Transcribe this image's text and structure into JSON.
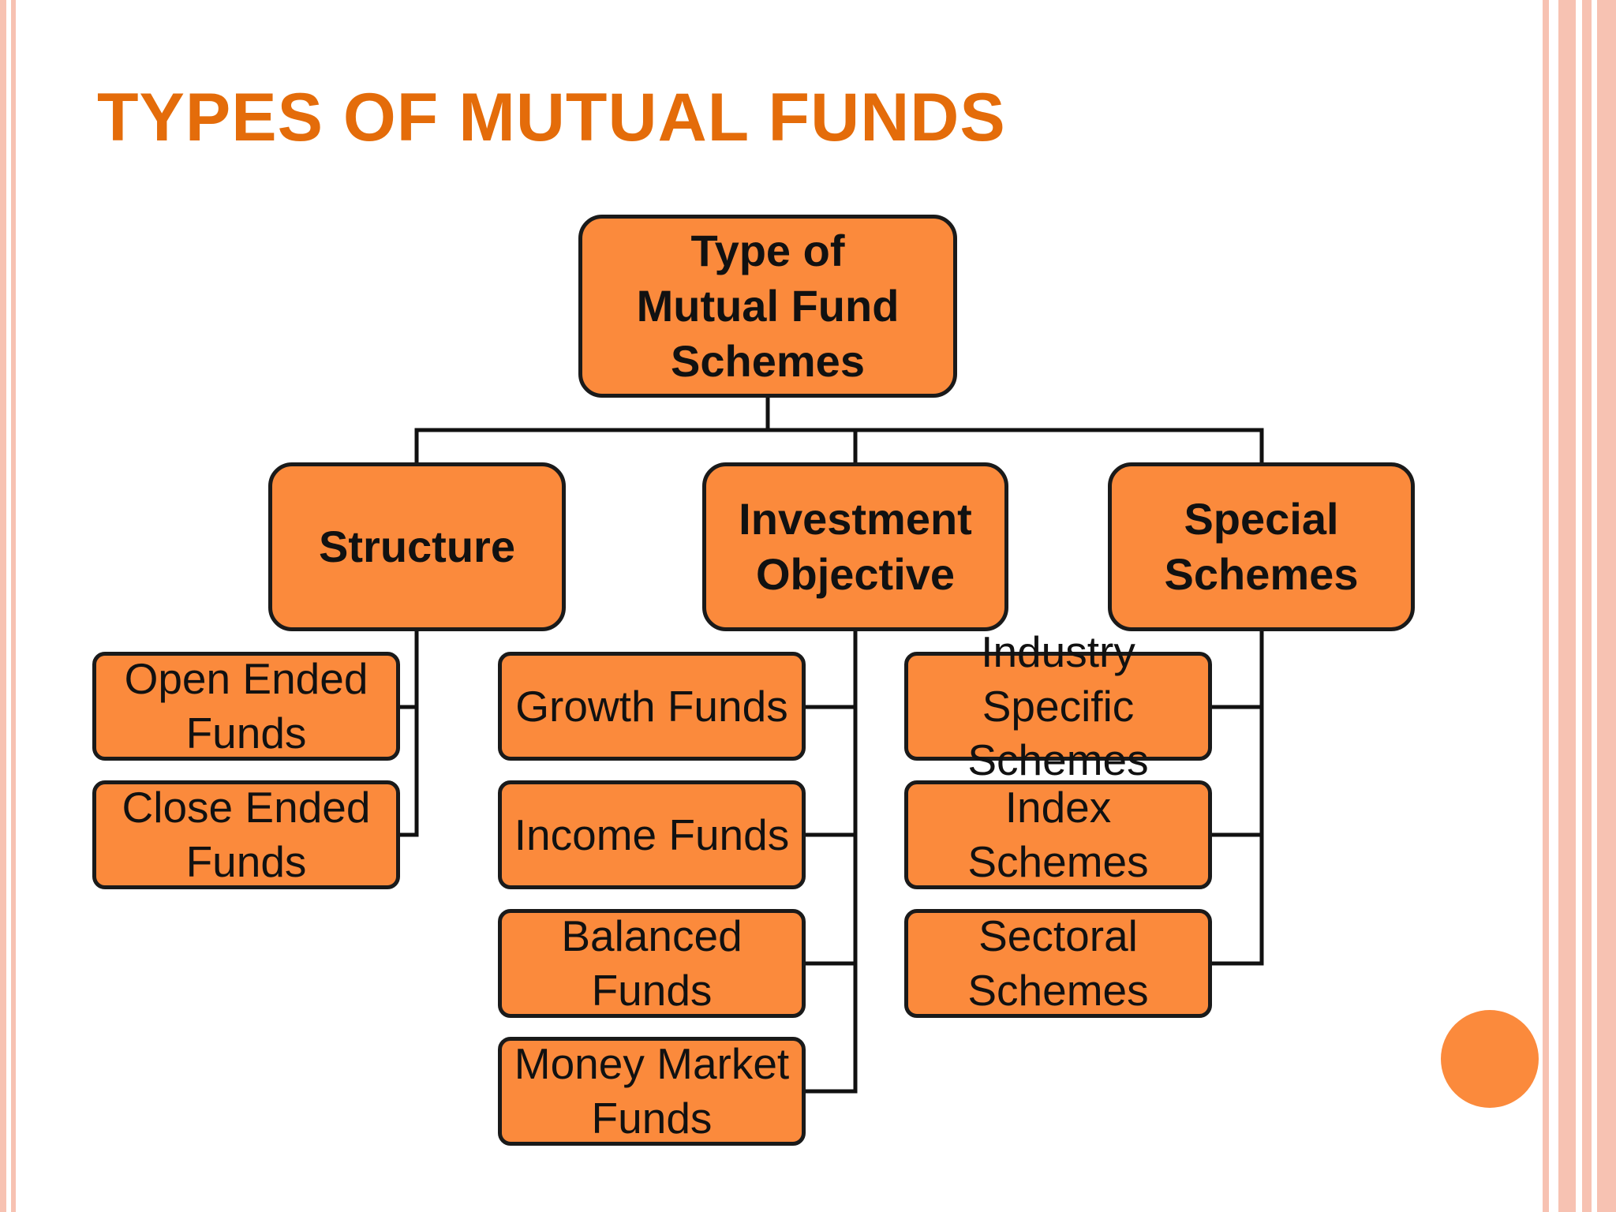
{
  "slide": {
    "title": "TYPES OF MUTUAL FUNDS"
  },
  "diagram": {
    "root": {
      "label": "Type of\nMutual Fund\nSchemes"
    },
    "categories": [
      {
        "label": "Structure",
        "children": [
          "Open Ended\nFunds",
          "Close Ended\nFunds"
        ]
      },
      {
        "label": "Investment\nObjective",
        "children": [
          "Growth Funds",
          "Income Funds",
          "Balanced Funds",
          "Money Market\nFunds"
        ]
      },
      {
        "label": "Special\nSchemes",
        "children": [
          "Industry Specific\nSchemes",
          "Index\nSchemes",
          "Sectoral\nSchemes"
        ]
      }
    ]
  },
  "colors": {
    "title": "#e46c0a",
    "box_fill": "#fb8a3c",
    "box_border": "#1a1a1a",
    "frame_stripes": "#f7c2b2"
  }
}
